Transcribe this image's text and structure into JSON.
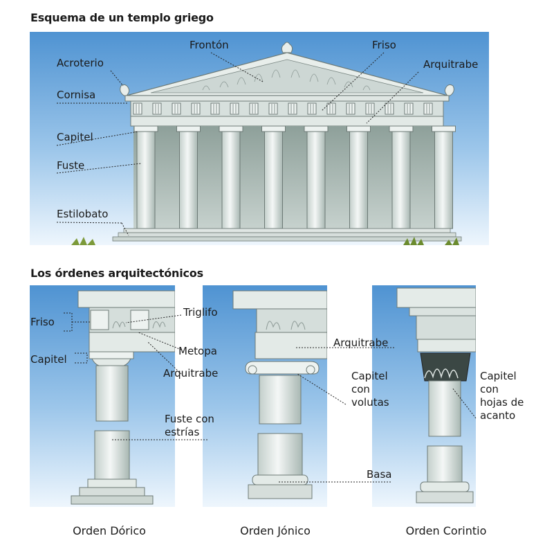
{
  "temple": {
    "title": "Esquema de un templo griego",
    "labels": {
      "fronton": "Frontón",
      "friso": "Friso",
      "acroterio": "Acroterio",
      "arquitrabe": "Arquitrabe",
      "cornisa": "Cornisa",
      "capitel": "Capitel",
      "fuste": "Fuste",
      "estilobato": "Estilobato"
    }
  },
  "orders": {
    "title": "Los órdenes arquitectónicos",
    "doric": {
      "caption": "Orden Dórico",
      "friso": "Friso",
      "triglifo": "Triglifo",
      "metopa": "Metopa",
      "capitel": "Capitel",
      "arquitrabe": "Arquitrabe",
      "fuste": "Fuste con\nestrías"
    },
    "ionic": {
      "caption": "Orden Jónico",
      "arquitrabe": "Arquitrabe",
      "capitel": "Capitel\ncon\nvolutas",
      "basa": "Basa"
    },
    "corinthian": {
      "caption": "Orden Corintio",
      "capitel": "Capitel\ncon\nhojas de\nacanto"
    }
  },
  "colors": {
    "sky_top": "#4f93d2",
    "sky_bottom": "#eef6fd",
    "marble": "#e9eeec",
    "marble_shadow": "#b9c6c2",
    "grass": "#7c9a3a"
  }
}
